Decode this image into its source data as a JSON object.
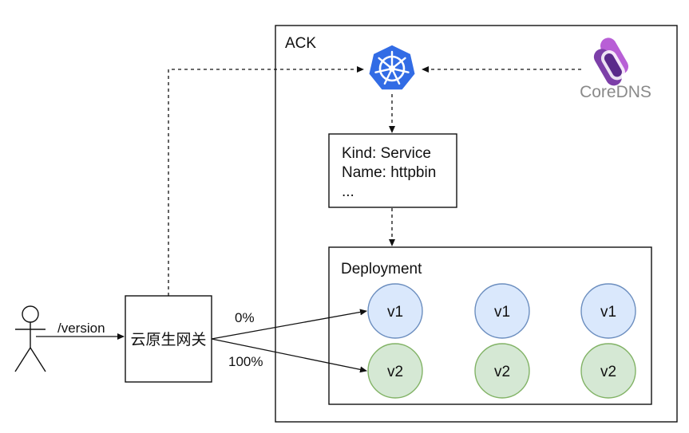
{
  "cluster": {
    "label": "ACK"
  },
  "service": {
    "line1": "Kind: Service",
    "line2": "Name: httpbin",
    "line3": "..."
  },
  "deployment": {
    "label": "Deployment",
    "pods": [
      {
        "label": "v1",
        "version": "v1"
      },
      {
        "label": "v1",
        "version": "v1"
      },
      {
        "label": "v1",
        "version": "v1"
      },
      {
        "label": "v2",
        "version": "v2"
      },
      {
        "label": "v2",
        "version": "v2"
      },
      {
        "label": "v2",
        "version": "v2"
      }
    ]
  },
  "gateway": {
    "label": "云原生网关"
  },
  "user": {
    "path_label": "/version"
  },
  "routes": {
    "v1_weight": "0%",
    "v2_weight": "100%"
  },
  "coredns": {
    "label": "CoreDNS"
  },
  "colors": {
    "v1_fill": "#dae8fc",
    "v1_stroke": "#6c8ebf",
    "v2_fill": "#d5e8d4",
    "v2_stroke": "#82b366",
    "k8s_blue": "#326ce5",
    "coredns_purple": "#7c3fa8"
  },
  "icons": {
    "kubernetes": "kubernetes-helm-wheel-icon",
    "coredns": "coredns-logo-icon",
    "user": "stick-figure-user-icon"
  }
}
